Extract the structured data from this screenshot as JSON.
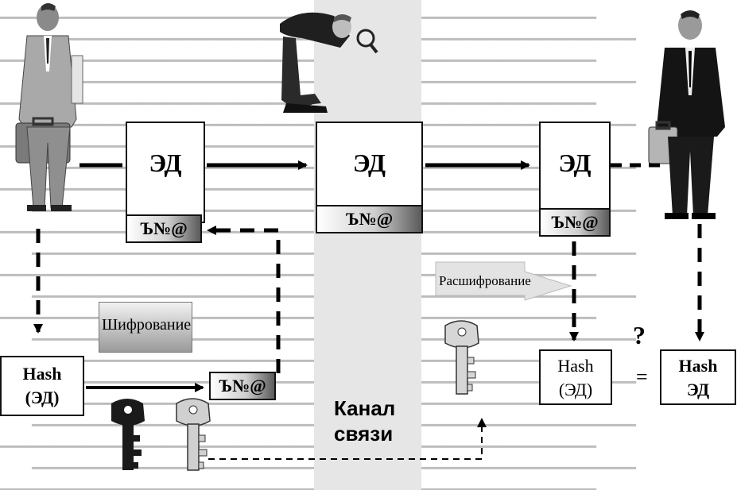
{
  "documents": {
    "sender": "ЭД",
    "channel": "ЭД",
    "receiver": "ЭД"
  },
  "cipher_text": "Ъ№@",
  "encryption_label": "Шифрование",
  "decryption_label": "Расшифрование",
  "hash_left": {
    "line1": "Hash",
    "line2": "(ЭД)"
  },
  "hash_mid": {
    "line1": "Hash",
    "line2": "(ЭД)"
  },
  "hash_right": {
    "line1": "Hash",
    "line2": "ЭД"
  },
  "equals_sign": "=",
  "question_mark": "?",
  "channel_label": {
    "line1": "Канал",
    "line2": "связи"
  },
  "colors": {
    "ink": "#000000",
    "paper": "#ffffff",
    "band": "#e6e6e6",
    "key_dark": "#1a1a1a",
    "key_light": "#d0d0d0"
  },
  "icons": [
    "businessman-sender-icon",
    "inspector-with-magnifier-icon",
    "businessman-receiver-icon",
    "private-key-icon",
    "public-key-icon",
    "public-key-receiver-icon"
  ]
}
